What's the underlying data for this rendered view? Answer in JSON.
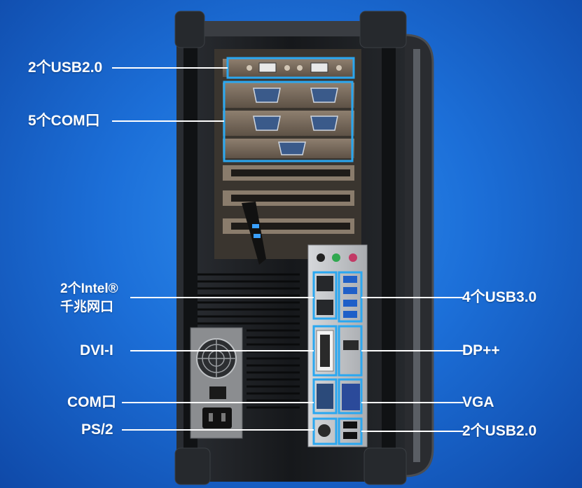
{
  "labels": {
    "usb2_top": "2个USB2.0",
    "com5": "5个COM口",
    "lan_line1": "2个Intel®",
    "lan_line2": "千兆网口",
    "dvi": "DVI-I",
    "com_io": "COM口",
    "ps2": "PS/2",
    "usb3": "4个USB3.0",
    "dp": "DP++",
    "vga": "VGA",
    "usb2_bottom": "2个USB2.0"
  },
  "colors": {
    "highlight": "#2aa7f0",
    "leader_line": "#ffffff",
    "chassis": "#1b1d20",
    "io_plate": "#c7c9cc"
  }
}
